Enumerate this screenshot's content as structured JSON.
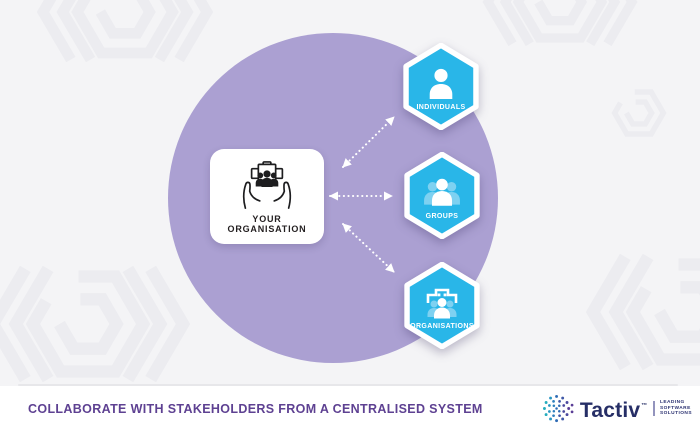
{
  "diagram": {
    "center_card": {
      "label_line1": "YOUR",
      "label_line2": "ORGANISATION",
      "icon": "hands-holding-people-icon"
    },
    "nodes": [
      {
        "label": "INDIVIDUALS",
        "icon": "person-icon"
      },
      {
        "label": "GROUPS",
        "icon": "people-group-icon"
      },
      {
        "label": "ORGANISATIONS",
        "icon": "building-people-icon"
      }
    ],
    "colors": {
      "background": "#f4f4f6",
      "circle_fill": "#aba0d2",
      "node_fill": "#29b6e8",
      "node_border": "#ffffff",
      "node_icon_secondary": "#7ed1f1",
      "arrow": "#ffffff"
    }
  },
  "footer": {
    "title": "COLLABORATE WITH STAKEHOLDERS FROM A CENTRALISED SYSTEM",
    "title_color": "#5e4192",
    "brand": {
      "name": "Tactiv",
      "trademark": "™",
      "tagline": [
        "LEADING",
        "SOFTWARE",
        "SOLUTIONS"
      ],
      "mark_icon": "tactiv-dot-sphere-icon",
      "name_color": "#262e66"
    }
  }
}
